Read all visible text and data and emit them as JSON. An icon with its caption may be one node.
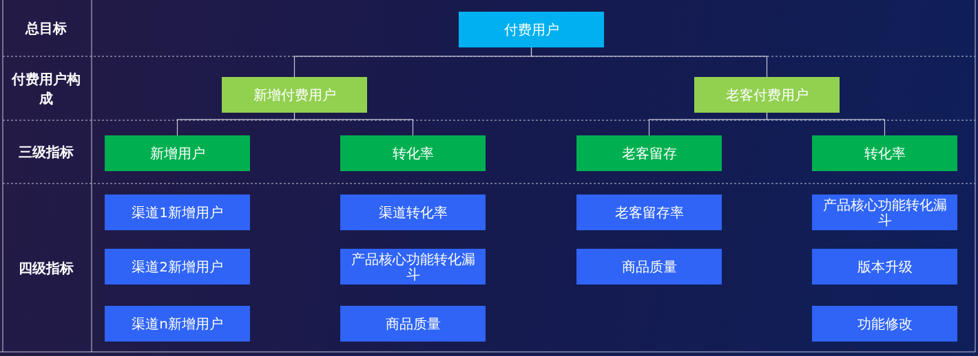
{
  "diagram": {
    "nodes": [
      {
        "text": [
          "付费用户"
        ]
      },
      {
        "text": [
          "新增付费用户"
        ]
      },
      {
        "text": [
          "老客付费用户"
        ]
      },
      {
        "text": [
          "新增用户"
        ]
      },
      {
        "text": [
          "转化率"
        ]
      },
      {
        "text": [
          "老客留存"
        ]
      },
      {
        "text": [
          "转化率"
        ]
      },
      {
        "text": [
          "渠道1新增用户"
        ]
      },
      {
        "text": [
          "渠道转化率"
        ]
      },
      {
        "text": [
          "老客留存率"
        ]
      },
      {
        "text": [
          "产品核心功能转化漏斗"
        ]
      },
      {
        "text": [
          "渠道2新增用户"
        ]
      },
      {
        "text": [
          "产品核心功能转化漏斗"
        ]
      },
      {
        "text": [
          "商品质量"
        ]
      },
      {
        "text": [
          "版本升级"
        ]
      },
      {
        "text": [
          "渠道n新增用户"
        ]
      },
      {
        "text": [
          "商品质量"
        ]
      },
      {
        "text": [
          "功能修改"
        ]
      }
    ],
    "edges": [
      {
        "from": 0,
        "to": 1,
        "arrow": "none"
      },
      {
        "from": 0,
        "to": 2,
        "arrow": "none"
      },
      {
        "from": 1,
        "to": 3,
        "arrow": "none"
      },
      {
        "from": 1,
        "to": 4,
        "arrow": "none"
      },
      {
        "from": 2,
        "to": 5,
        "arrow": "none"
      },
      {
        "from": 2,
        "to": 6,
        "arrow": "none"
      }
    ],
    "labels": [
      "总目标",
      "付费用户构成",
      "三级指标",
      "四级指标"
    ]
  }
}
